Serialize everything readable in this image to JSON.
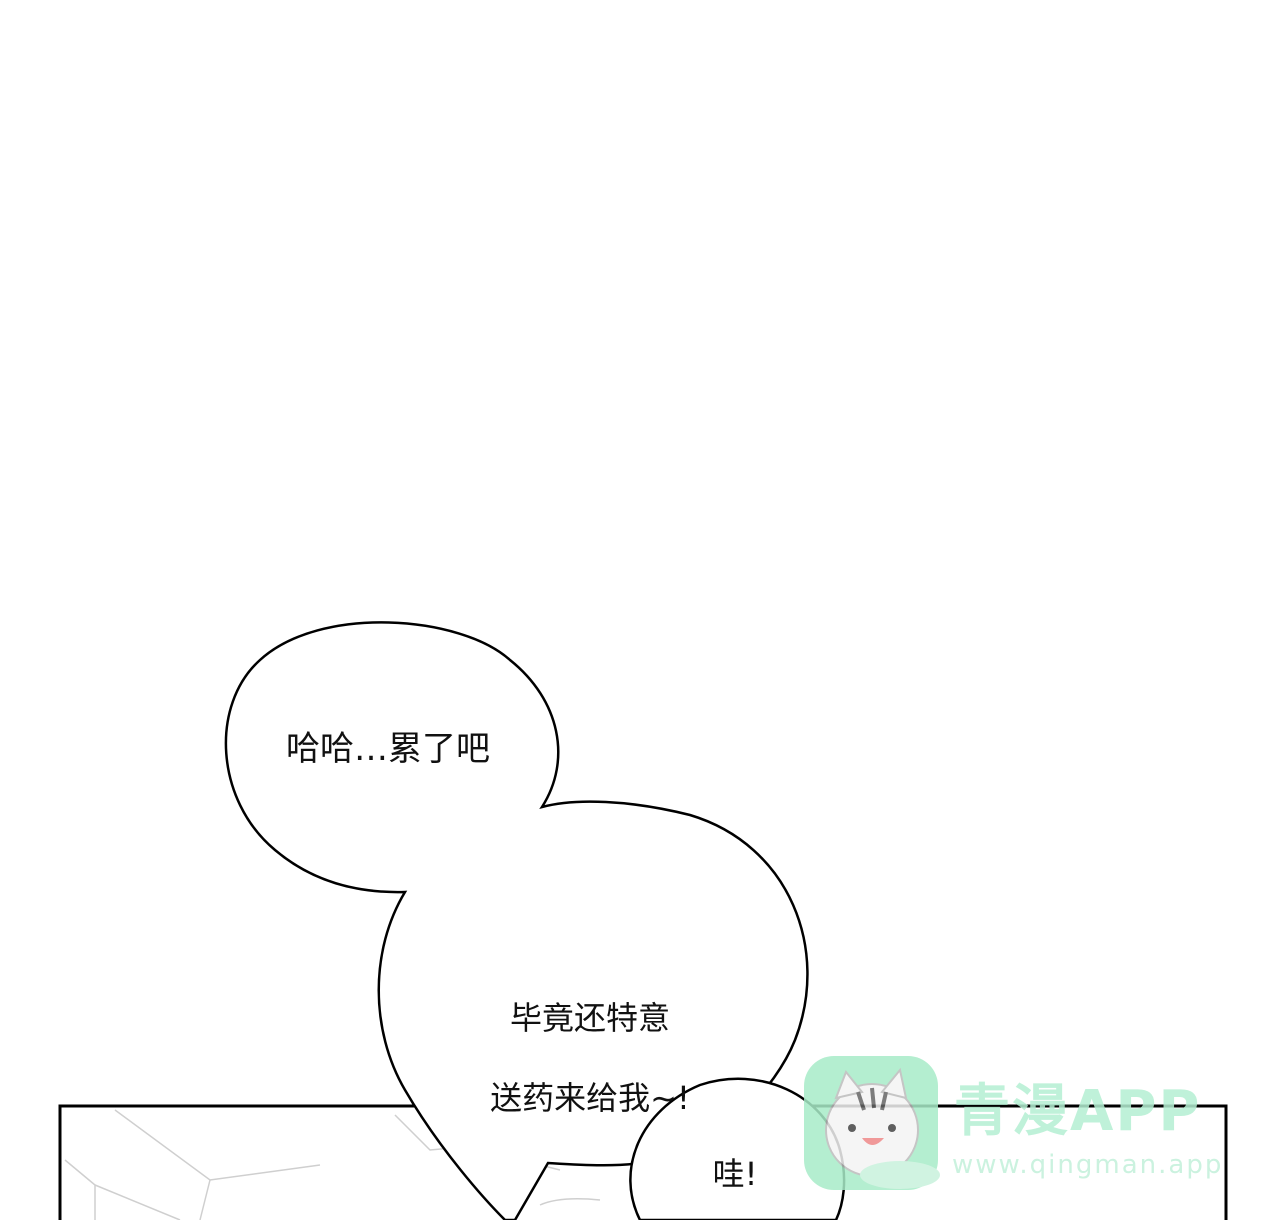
{
  "bubbles": {
    "first": "哈哈…累了吧",
    "second_line1": "毕竟还特意",
    "second_line2": "送药来给我~!",
    "third": "哇!"
  },
  "watermark": {
    "title": "青漫APP",
    "url": "www.qingman.app"
  },
  "colors": {
    "background": "#ffffff",
    "ink": "#111111",
    "watermark": "#9be8c8"
  }
}
